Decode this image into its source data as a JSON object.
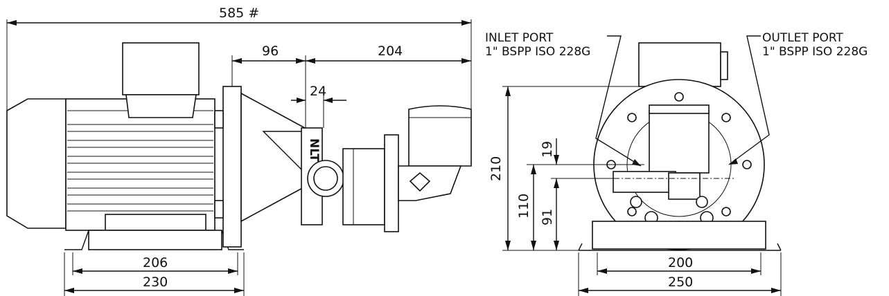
{
  "dimensions": {
    "overall_length": "585 #",
    "dim_96": "96",
    "dim_204": "204",
    "dim_24": "24",
    "base_inner": "206",
    "base_outer": "230",
    "height_total": "210",
    "height_shaft": "110",
    "height_inlet": "91",
    "port_offset": "19",
    "foot_inner": "200",
    "foot_outer": "250"
  },
  "notes": {
    "inlet_line1": "INLET PORT",
    "inlet_line2": "1\" BSPP ISO 228G",
    "outlet_line1": "OUTLET PORT",
    "outlet_line2": "1\" BSPP ISO 228G"
  },
  "branding": {
    "logo_text": "NLT"
  }
}
